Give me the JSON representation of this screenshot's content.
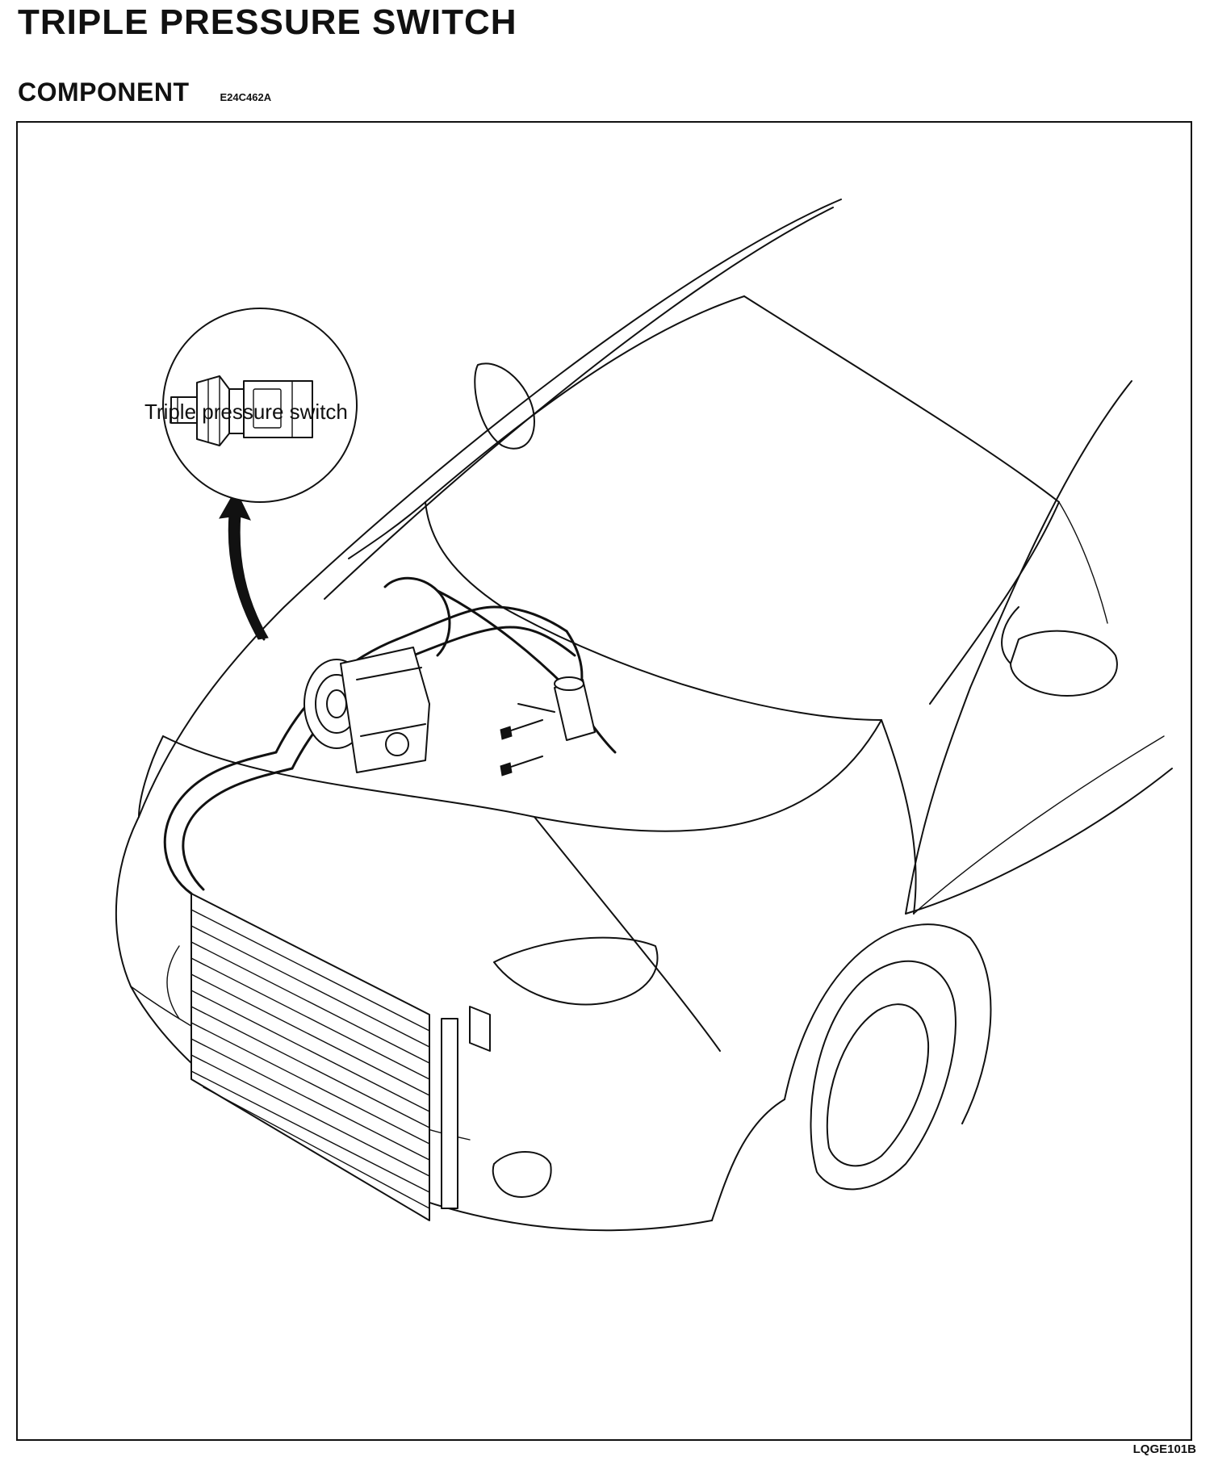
{
  "header": {
    "title": "TRIPLE PRESSURE SWITCH",
    "section": "COMPONENT",
    "section_code": "E24C462A"
  },
  "figure": {
    "callout_label": "Triple pressure switch",
    "figure_code": "LQGE101B"
  }
}
